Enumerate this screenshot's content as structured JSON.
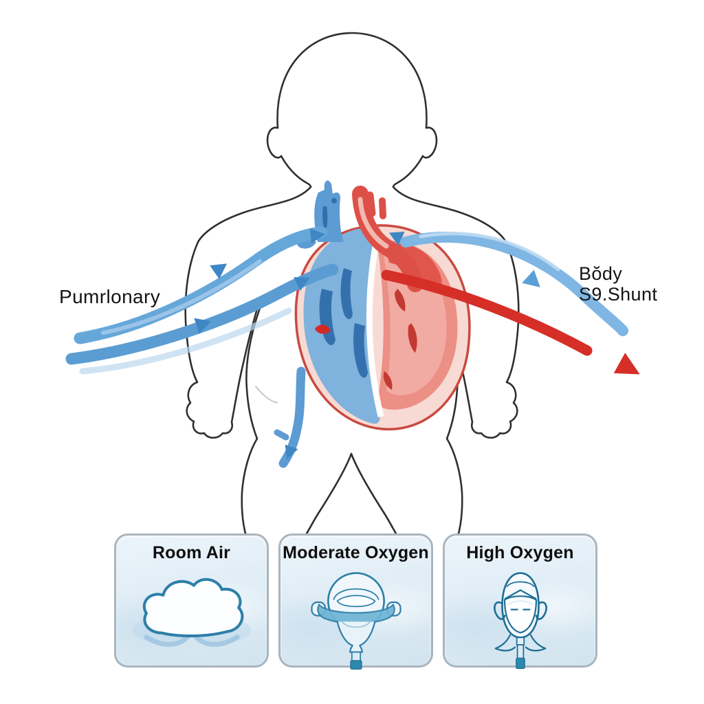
{
  "figure": {
    "labels": {
      "pulmonary": "Pumrlonary",
      "body_line1": "Bŏdy",
      "body_line2": "S9.Shunt"
    },
    "icons": [
      "infant-body-outline",
      "heart-two-chambers",
      "blue-flow-arrows",
      "red-flow-arrow"
    ]
  },
  "panels": [
    {
      "title": "Room Air",
      "icon": "cloud-icon"
    },
    {
      "title": "Moderate Oxygen",
      "icon": "oxygen-hood-icon"
    },
    {
      "title": "High Oxygen",
      "icon": "oxygen-mask-icon"
    }
  ],
  "colors": {
    "blood_blue": "#66a7da",
    "blood_blue_deep": "#3f86c4",
    "blood_red": "#d52f28",
    "heart_left_blue": "#7fb2dc",
    "heart_right_pink": "#f2a89f",
    "heart_rim": "#f7dad3",
    "body_outline": "#2f2f2f",
    "icon_stroke": "#2e7fa8",
    "panel_border": "#a9b5be",
    "panel_bg": "#e2eff7"
  }
}
